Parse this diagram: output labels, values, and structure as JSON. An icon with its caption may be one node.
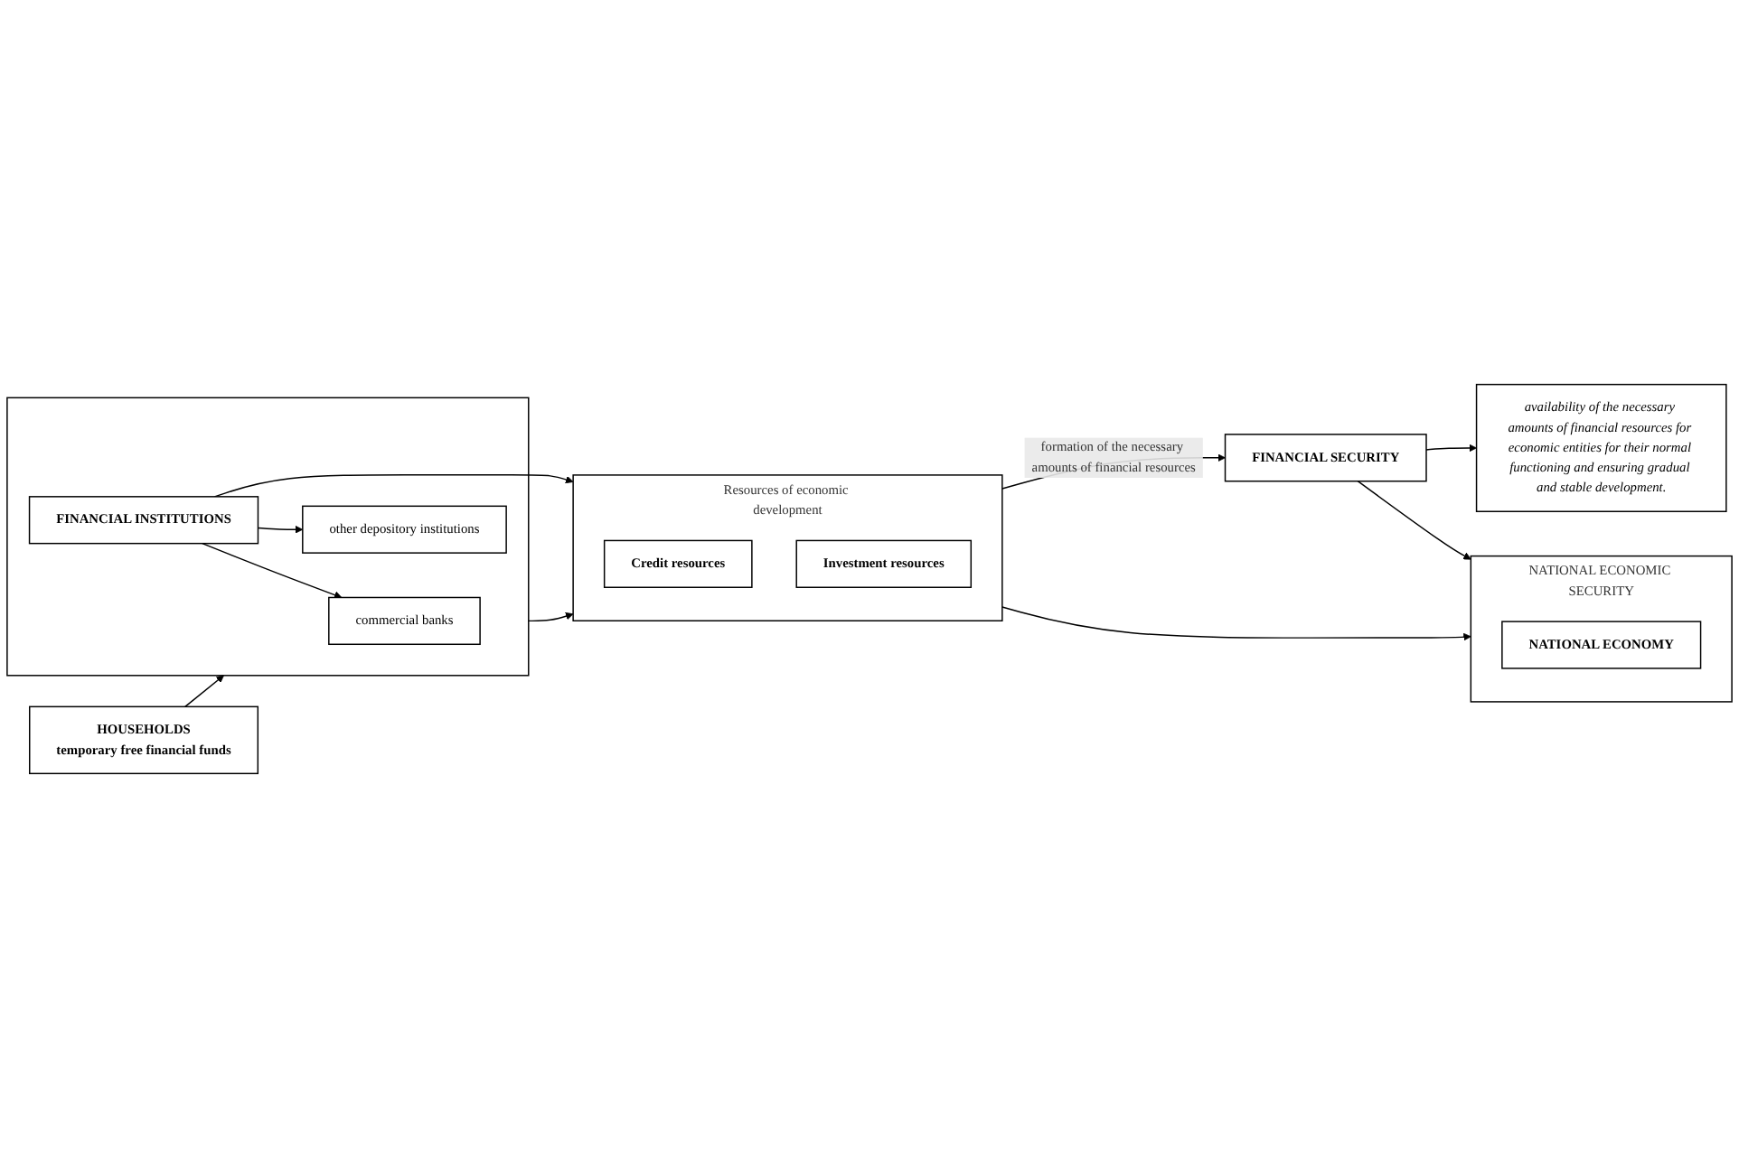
{
  "diagram": {
    "nodes": [
      {
        "text": [
          "availability of the necessary amounts of financial resources for economic entities for their normal functioning and ensuring gradual and stable development."
        ]
      },
      {
        "text": [
          "FINANCIAL SECURITY"
        ]
      },
      {
        "text": [
          "HOUSEHOLDS",
          "temporary free financial funds"
        ]
      },
      {
        "text": [],
        "shape": "box"
      },
      {
        "text": [
          "commercial banks"
        ],
        "in": 3
      },
      {
        "text": [
          "FINANCIAL INSTITUTIONS"
        ],
        "in": 3
      },
      {
        "text": [
          "other depository institutions"
        ],
        "in": 3
      },
      {
        "text": [
          "Resources of economic development"
        ]
      },
      {
        "text": [
          "Credit resources"
        ],
        "in": 7
      },
      {
        "text": [
          "Investment resources"
        ],
        "in": 7
      },
      {
        "text": [
          "NATIONAL ECONOMIC SECURITY"
        ]
      },
      {
        "text": [
          "NATIONAL ECONOMY"
        ],
        "in": 10
      }
    ],
    "edges": [
      {
        "from": 1,
        "to": 0,
        "arrow": "to"
      },
      {
        "from": 7,
        "to": 1,
        "arrow": "to",
        "label": "formation of the necessary amounts of financial resources"
      },
      {
        "from": 1,
        "to": 10,
        "arrow": "to"
      },
      {
        "from": 2,
        "to": 3,
        "arrow": "to"
      },
      {
        "from": 5,
        "to": 4,
        "arrow": "to"
      },
      {
        "from": 5,
        "to": 6,
        "arrow": "to"
      },
      {
        "from": 5,
        "to": 7,
        "arrow": "to"
      },
      {
        "from": 3,
        "to": 7,
        "arrow": "to"
      },
      {
        "from": 7,
        "to": 10,
        "arrow": "to"
      }
    ]
  }
}
